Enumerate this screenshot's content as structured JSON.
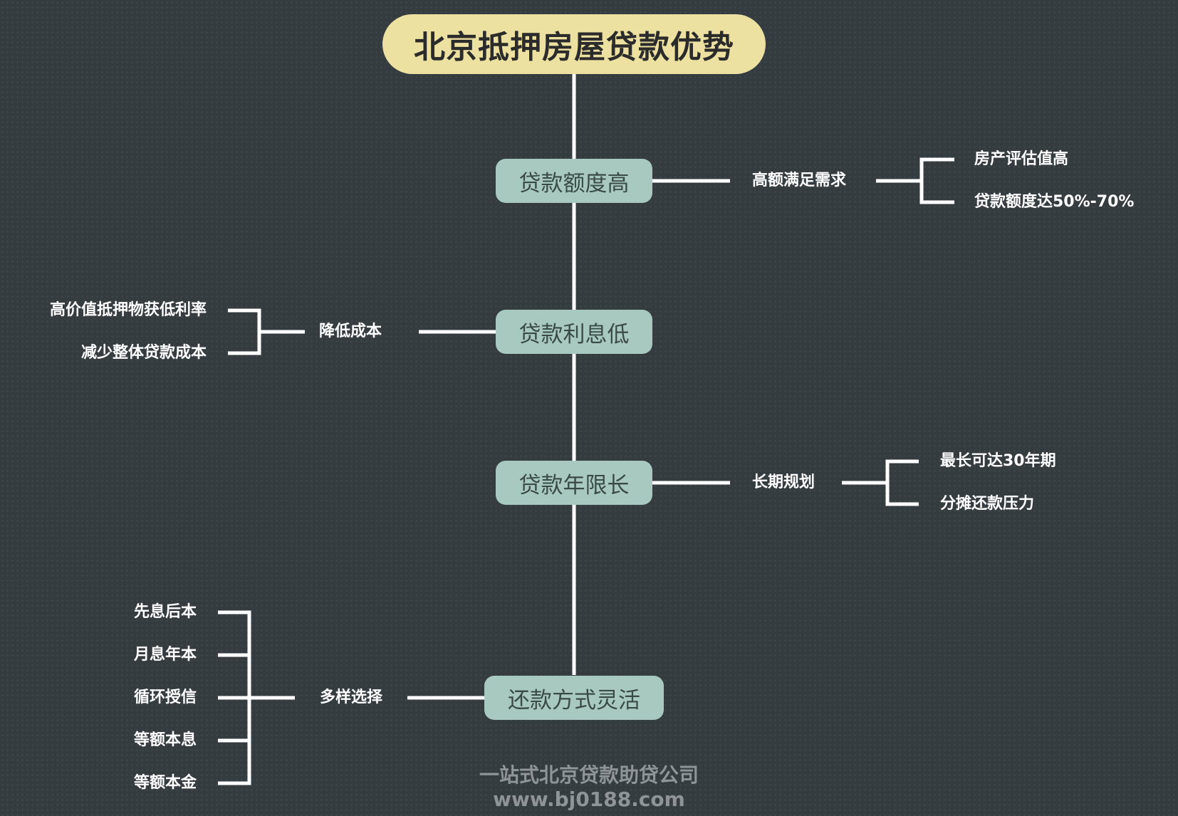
{
  "title": "北京抵押房屋贷款优势",
  "branches": [
    {
      "label": "贷款额度高",
      "sub": "高额满足需求",
      "leaves": [
        "房产评估值高",
        "贷款额度达50%-70%"
      ]
    },
    {
      "label": "贷款利息低",
      "sub": "降低成本",
      "leaves": [
        "高价值抵押物获低利率",
        "减少整体贷款成本"
      ]
    },
    {
      "label": "贷款年限长",
      "sub": "长期规划",
      "leaves": [
        "最长可达30年期",
        "分摊还款压力"
      ]
    },
    {
      "label": "还款方式灵活",
      "sub": "多样选择",
      "leaves": [
        "先息后本",
        "月息年本",
        "循环授信",
        "等额本息",
        "等额本金"
      ]
    }
  ],
  "footer": {
    "company": "一站式北京贷款助贷公司",
    "url": "www.bj0188.com"
  },
  "colors": {
    "background": "#353c40",
    "title_fill": "#ece1a0",
    "node_fill": "#a8c9c0",
    "connector": "#ffffff",
    "footer_text": "#8e9497"
  }
}
